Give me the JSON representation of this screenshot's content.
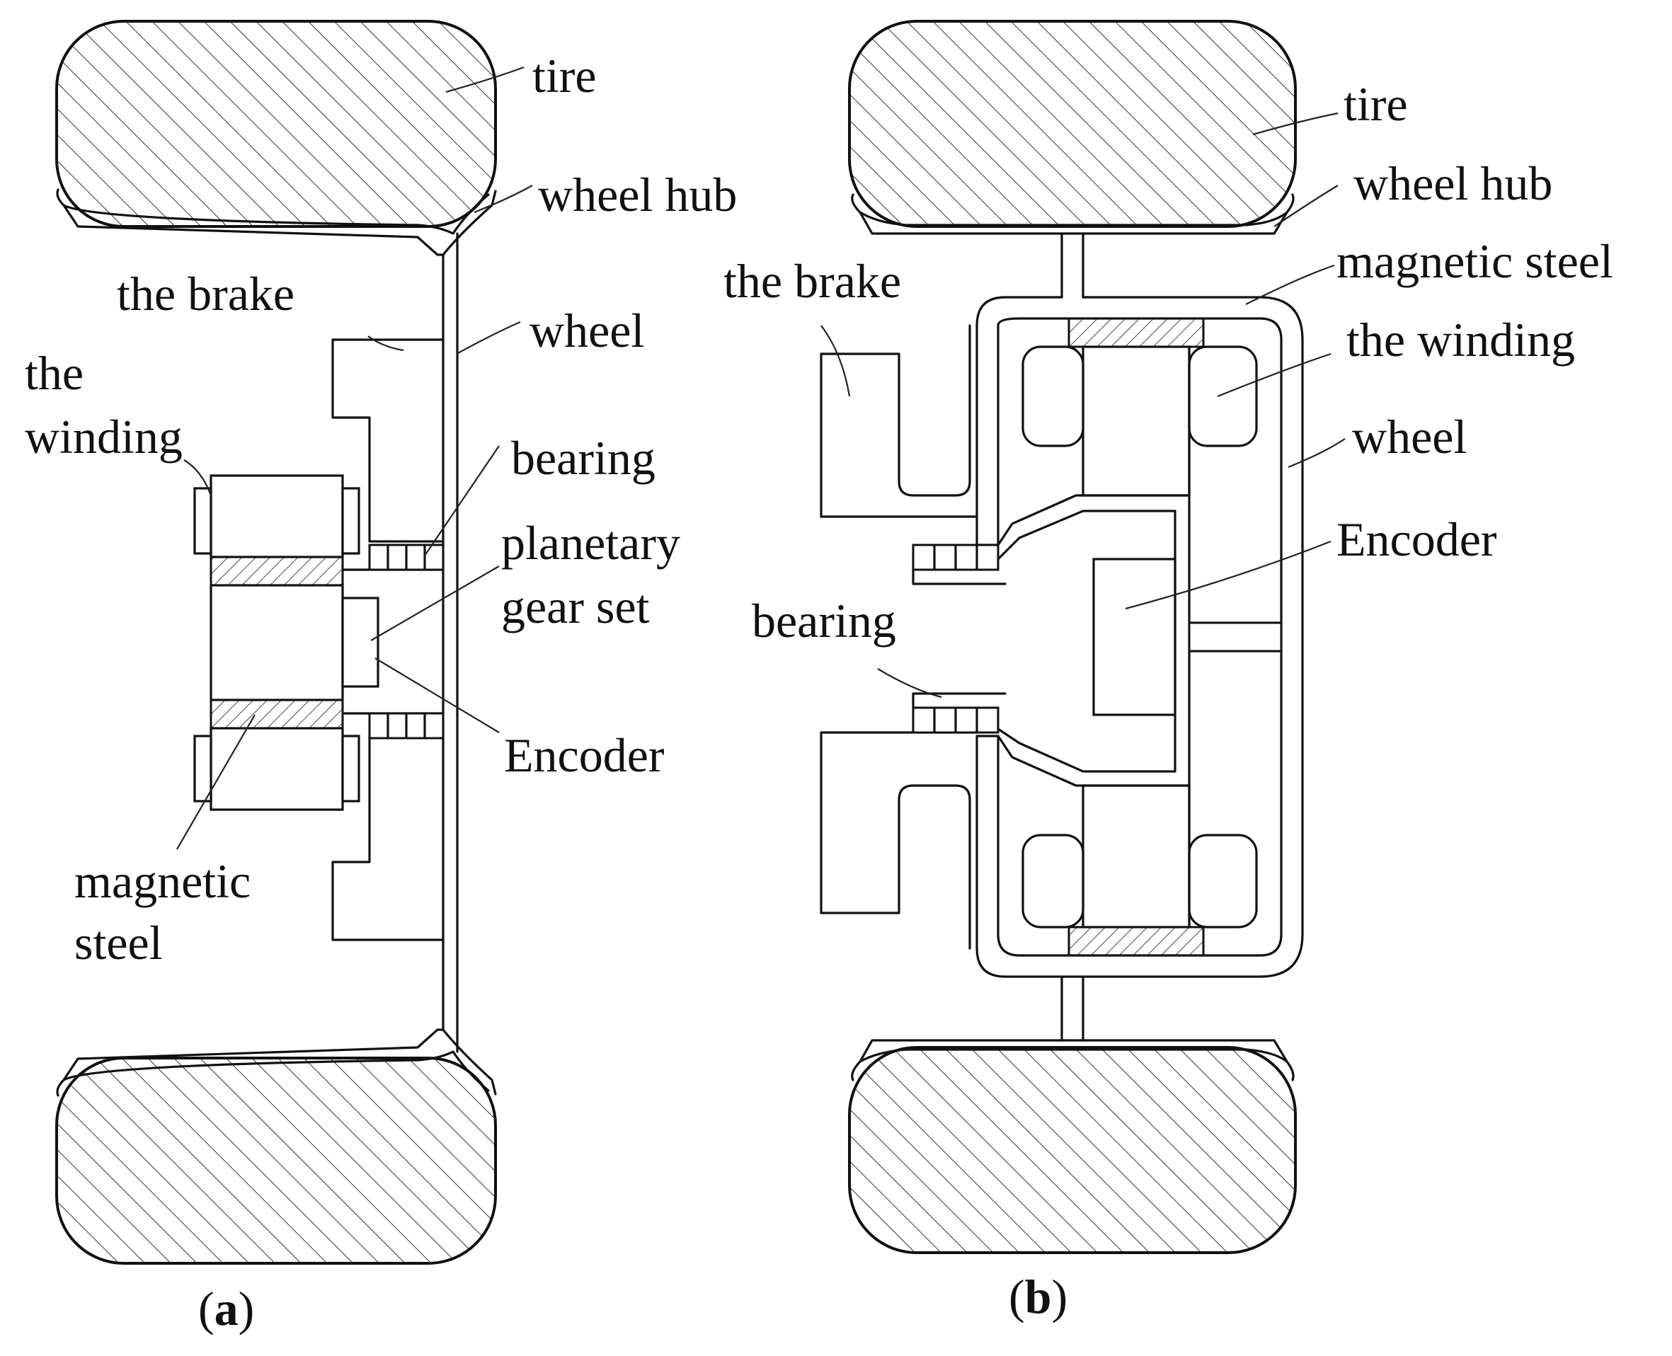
{
  "panel_a": {
    "caption": {
      "open": "(",
      "letter": "a",
      "close": ")"
    },
    "labels": {
      "tire": "tire",
      "wheel_hub": "wheel hub",
      "brake": "the brake",
      "wheel": "wheel",
      "winding_line1": "the",
      "winding_line2": "winding",
      "bearing": "bearing",
      "planetary_line1": "planetary",
      "planetary_line2": "gear set",
      "encoder": "Encoder",
      "magnetic_line1": "magnetic",
      "magnetic_line2": "steel"
    }
  },
  "panel_b": {
    "caption": {
      "open": "(",
      "letter": "b",
      "close": ")"
    },
    "labels": {
      "tire": "tire",
      "wheel_hub": "wheel hub",
      "magnetic_steel": "magnetic steel",
      "brake": "the brake",
      "winding": "the winding",
      "wheel": "wheel",
      "encoder": "Encoder",
      "bearing": "bearing"
    }
  },
  "colors": {
    "line": "#111111",
    "hatch": "#333333",
    "background": "#ffffff"
  }
}
